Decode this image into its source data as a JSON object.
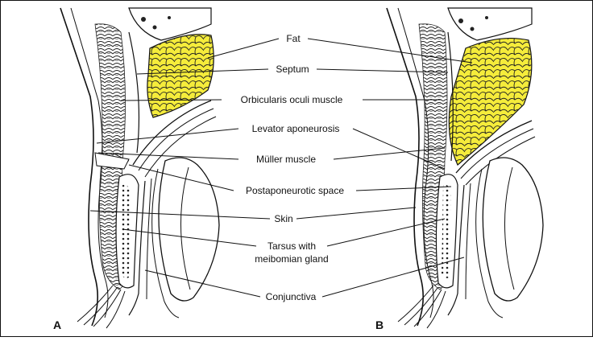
{
  "labels": {
    "fat": "Fat",
    "septum": "Septum",
    "orbicularis": "Orbicularis oculi muscle",
    "levator": "Levator aponeurosis",
    "muller": "Müller muscle",
    "postaponeurotic": "Postaponeurotic space",
    "skin": "Skin",
    "tarsus_line1": "Tarsus with",
    "tarsus_line2": "meibomian gland",
    "conjunctiva": "Conjunctiva"
  },
  "panels": {
    "a": "A",
    "b": "B"
  },
  "colors": {
    "fat": "#f5ec3b",
    "line": "#111111",
    "background": "#ffffff"
  }
}
